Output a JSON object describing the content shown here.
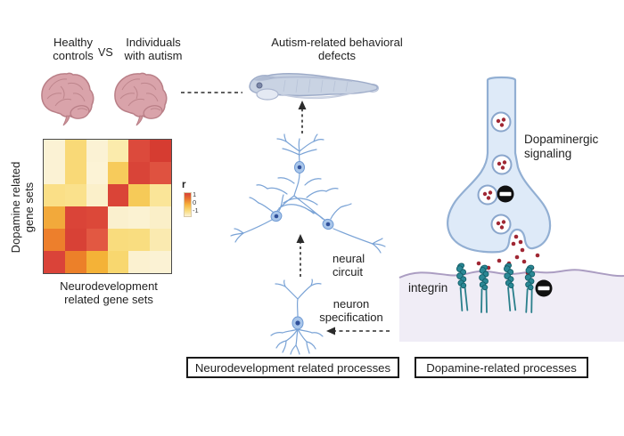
{
  "figure": {
    "comparison": {
      "left": "Healthy controls",
      "vs": "VS",
      "right": "Individuals with autism"
    },
    "behavioral_label": "Autism-related behavioral defects",
    "neural_circuit_label": "neural circuit",
    "neuron_specification_label": "neuron specification",
    "dopaminergic_label": "Dopaminergic signaling",
    "integrin_label": "integrin",
    "process_boxes": {
      "neurodevelopment": "Neurodevelopment related processes",
      "dopamine": "Dopamine-related processes"
    }
  },
  "heatmap": {
    "y_label": "Dopamine related gene sets",
    "x_label": "Neurodevelopment related gene sets",
    "colorbar": {
      "title": "r",
      "ticks": [
        "1",
        "0",
        "-1"
      ]
    }
  },
  "chart_data": {
    "type": "heatmap",
    "title": "Correlation between dopamine related gene sets (rows) and neurodevelopment related gene sets (columns)",
    "xlabel": "Neurodevelopment related gene sets",
    "ylabel": "Dopamine related gene sets",
    "rows": 6,
    "cols": 6,
    "colorbar": {
      "label": "r",
      "ticks": [
        1,
        0,
        -1
      ],
      "gradient": [
        "#D84136",
        "#E8732E",
        "#F6B33C",
        "#F9DA79",
        "#FBF2D4"
      ]
    },
    "values": [
      [
        -0.9,
        -0.3,
        -0.9,
        -0.6,
        0.9,
        1.0
      ],
      [
        -0.9,
        -0.3,
        -0.9,
        0.0,
        0.9,
        0.8
      ],
      [
        -0.5,
        -0.5,
        -0.9,
        0.9,
        0.0,
        -0.6
      ],
      [
        0.3,
        0.9,
        0.9,
        -0.9,
        -0.9,
        -0.9
      ],
      [
        0.5,
        0.9,
        0.7,
        -0.3,
        -0.3,
        -0.6
      ],
      [
        0.9,
        0.5,
        0.3,
        -0.3,
        -0.9,
        -0.9
      ]
    ],
    "cell_colors": [
      [
        "#FBF2D4",
        "#F9D977",
        "#FBF2D4",
        "#FBEBAC",
        "#DC4A3C",
        "#D63C31"
      ],
      [
        "#FBF2D4",
        "#F9D977",
        "#FCF3D6",
        "#F7CB5B",
        "#D94438",
        "#DF5240"
      ],
      [
        "#FADF87",
        "#FAE18C",
        "#FBF0CA",
        "#DA4437",
        "#F6CA58",
        "#FAE598"
      ],
      [
        "#F2A93B",
        "#DA4438",
        "#DC4839",
        "#FAF0CE",
        "#FBF2D2",
        "#FAEFC8"
      ],
      [
        "#ED7F2C",
        "#D84136",
        "#E25842",
        "#F9DC7D",
        "#F9DD80",
        "#FAEAB0"
      ],
      [
        "#DA4339",
        "#EC8029",
        "#F4B237",
        "#F8D76F",
        "#FBF1D0",
        "#FBF2D4"
      ]
    ]
  },
  "colors": {
    "brain": "#D9A3AA",
    "brain_outline": "#B97F87",
    "neuron_branch": "#7AA3D6",
    "neuron_soma": "#A9C6EA",
    "neuron_nucleus": "#30509A",
    "synapse_fill": "#DEEAF8",
    "synapse_outline": "#92AFD3",
    "vesicle_ring": "#8AA6CC",
    "membrane_fill": "#F0EDF6",
    "membrane_line": "#AB9DC2",
    "integrin": "#2B8895",
    "dopamine_dot": "#A02733",
    "inhibitor": "#101010",
    "fish_body": "#C9D3E3"
  }
}
